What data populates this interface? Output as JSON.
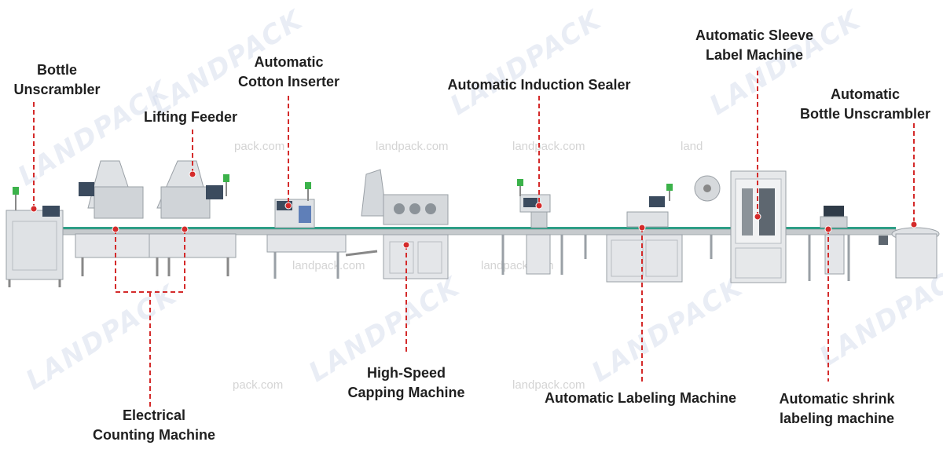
{
  "watermark": {
    "brand": "LANDPACK",
    "url": "landpack.com",
    "url_fragment_left": "pack.com",
    "url_fragment_right": "land"
  },
  "labels": {
    "bottle_unscrambler": [
      "Bottle",
      "Unscrambler"
    ],
    "lifting_feeder": [
      "Lifting Feeder"
    ],
    "cotton_inserter": [
      "Automatic",
      "Cotton Inserter"
    ],
    "induction_sealer": [
      "Automatic Induction Sealer"
    ],
    "sleeve_label": [
      "Automatic Sleeve",
      "Label Machine"
    ],
    "auto_bottle_unscrambler": [
      "Automatic",
      "Bottle Unscrambler"
    ],
    "counting_machine": [
      "Electrical",
      "Counting Machine"
    ],
    "capping_machine": [
      "High-Speed",
      "Capping Machine"
    ],
    "labeling_machine": [
      "Automatic Labeling Machine"
    ],
    "shrink_labeling": [
      "Automatic shrink",
      "labeling machine"
    ]
  },
  "colors": {
    "leader": "#d42a2a",
    "machine_body": "#dfe2e5",
    "machine_edge": "#9aa0a6",
    "conveyor": "#2e9e86",
    "screen": "#3b4b5e",
    "label_text": "#1f1f1f"
  }
}
